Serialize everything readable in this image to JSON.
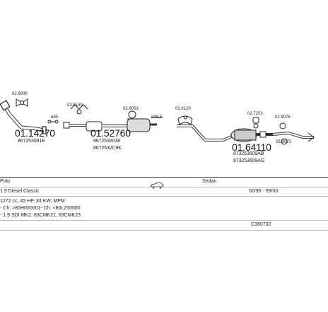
{
  "parts": [
    {
      "number": "01.14270",
      "oem": [
        "867253091E"
      ],
      "accessory": "02.8009"
    },
    {
      "number": "01.52760",
      "oem": [
        "8672532038",
        "8672532C9K"
      ],
      "accessory": "02.8140",
      "extra": "ø45"
    },
    {
      "number": "",
      "oem": [],
      "accessory": "02.9053",
      "extra": "ø38,5"
    },
    {
      "number": "01.64110",
      "oem": [
        "873253609AB",
        "873253609AG"
      ],
      "accessory": "02.8120"
    },
    {
      "number": "",
      "oem": [],
      "accessory": "02.7253"
    },
    {
      "number": "",
      "oem": [],
      "accessory": "02.9076"
    },
    {
      "number": "",
      "oem": [],
      "accessory": "02.9075"
    }
  ],
  "info": {
    "model": "Polo",
    "body_type": "Sedan",
    "variant": "1.9 Diesel Classic",
    "dates": "00/96 - 09/00",
    "engine": "1272 cc, 45 HP, 33 KW, MPM",
    "chassis": "- Ch: >80H000001- Ch: <80L250000",
    "codes": "- 1.9 SDI MK2, 83CMK21, 83CMK23",
    "catalog_code": "C380702"
  },
  "icons": {
    "car": "car-side-icon"
  }
}
